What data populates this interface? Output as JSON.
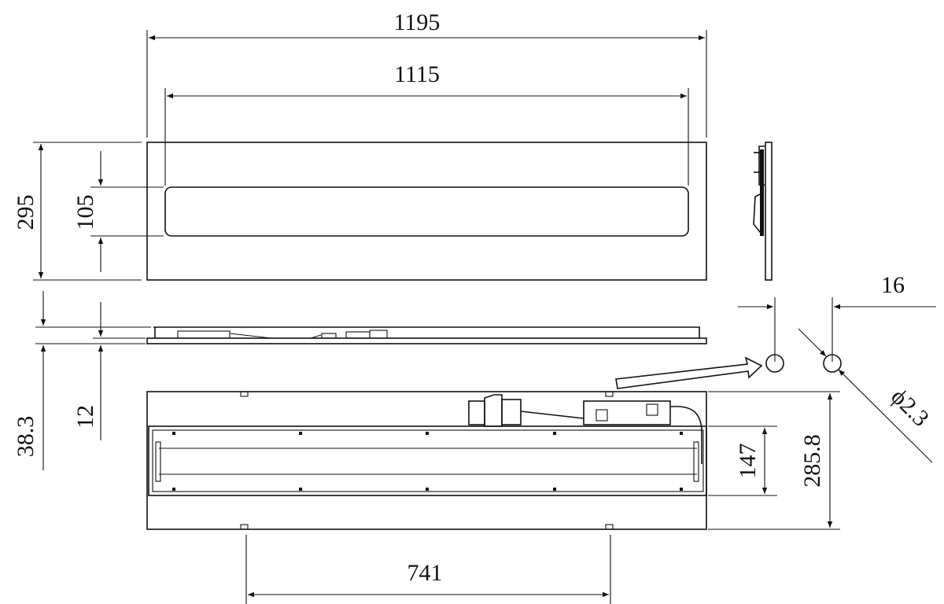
{
  "drawing": {
    "dimensions": {
      "overall_length": "1195",
      "diffuser_length": "1115",
      "overall_width": "295",
      "diffuser_width": "105",
      "overall_height": "38.3",
      "panel_thickness": "12",
      "hole_spacing": "16",
      "hole_diameter": "ϕ2.3",
      "back_frame_width": "147",
      "back_width": "285.8",
      "bracket_spacing": "741"
    },
    "line_color": "#111111",
    "background": "#ffffff"
  }
}
